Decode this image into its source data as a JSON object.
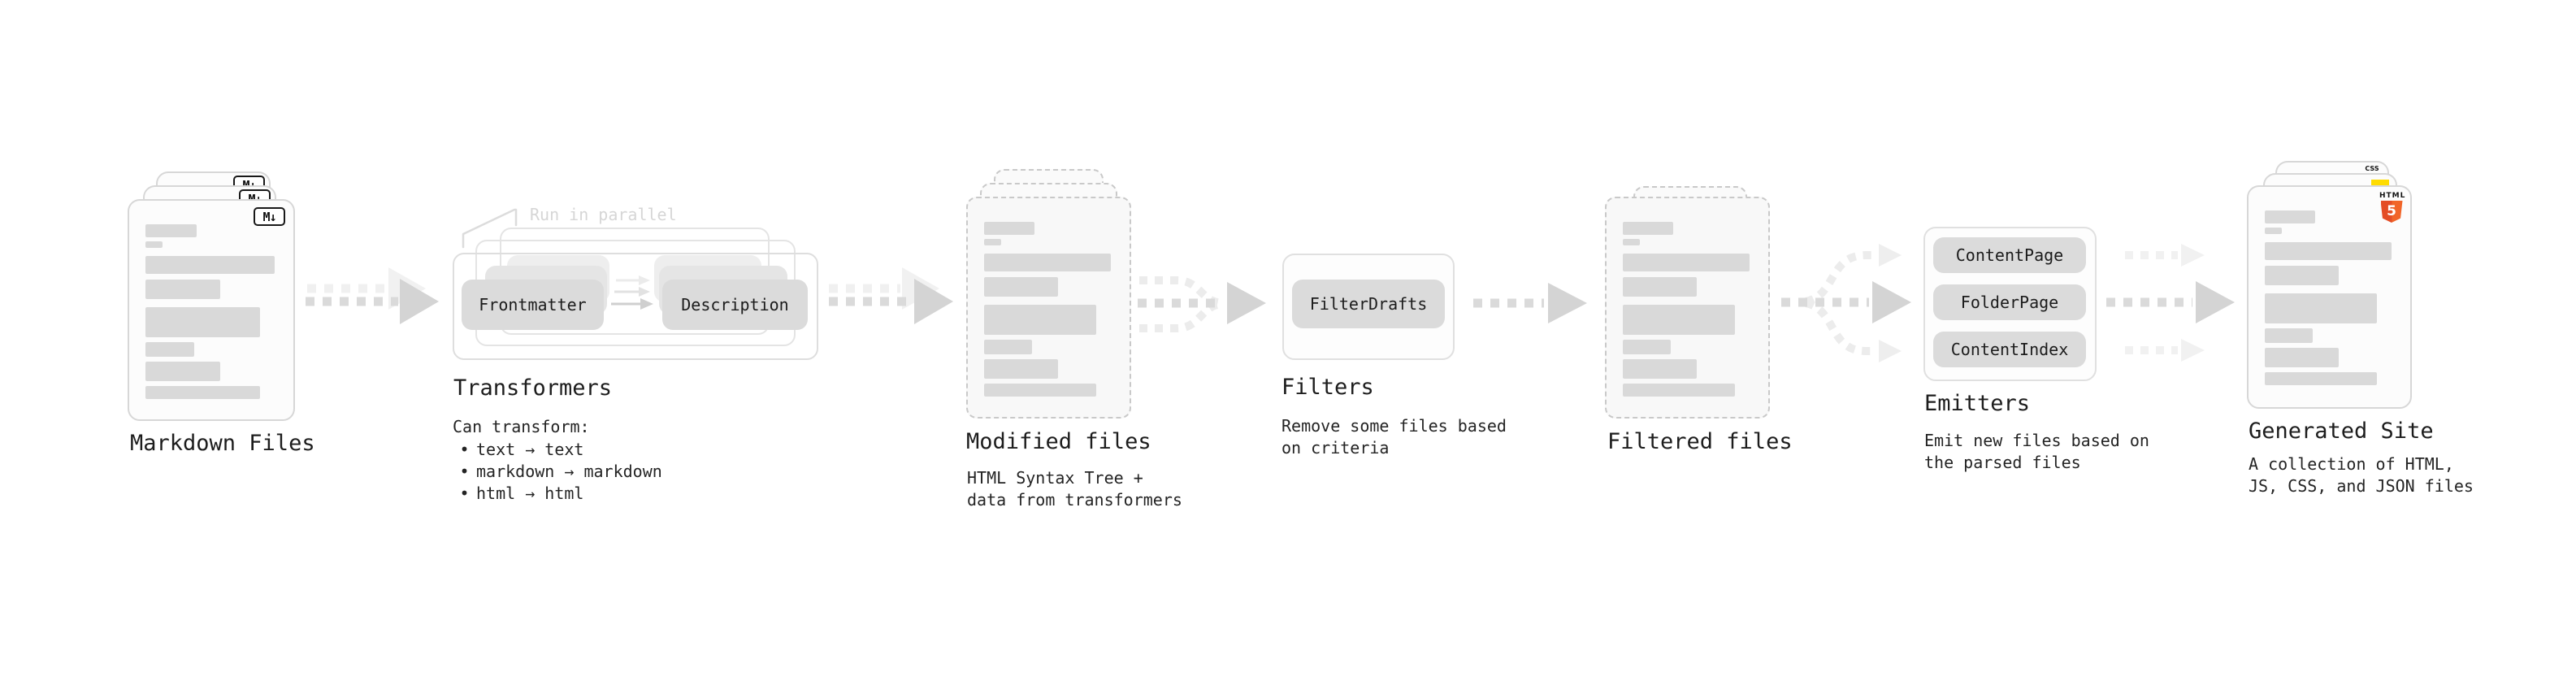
{
  "stages": {
    "markdown_files": {
      "label": "Markdown Files",
      "badge": "M↓"
    },
    "transformers": {
      "label": "Transformers",
      "parallel_note": "Run in parallel",
      "input_box": "Frontmatter",
      "output_box": "Description",
      "body_title": "Can transform:",
      "bullet_char": "•",
      "bullets": [
        "text → text",
        "markdown → markdown",
        "html → html"
      ]
    },
    "modified_files": {
      "label": "Modified files",
      "subtext": [
        "HTML Syntax Tree +",
        "data from transformers"
      ]
    },
    "filters": {
      "label": "Filters",
      "button": "FilterDrafts",
      "subtext": [
        "Remove some files based",
        "on criteria"
      ]
    },
    "filtered_files": {
      "label": "Filtered files"
    },
    "emitters": {
      "label": "Emitters",
      "buttons": [
        "ContentPage",
        "FolderPage",
        "ContentIndex"
      ],
      "subtext": [
        "Emit new files based on",
        "the parsed files"
      ]
    },
    "generated_site": {
      "label": "Generated Site",
      "subtext": [
        "A collection of HTML,",
        "JS, CSS, and JSON files"
      ],
      "html5_icon": {
        "text": "HTML",
        "digit": "5"
      },
      "css_icon": {
        "text": "CSS"
      }
    }
  },
  "colors": {
    "html5_orange": "#e44d26",
    "js_yellow": "#ffdc00",
    "css_blue": "#2e6de0",
    "skeleton_bar": "#d9d9d9",
    "arrow": "#d9d9d9",
    "arrow_faint": "#ededed",
    "note_gray": "#d6d6d6"
  },
  "skeleton_bars": [
    {
      "w": 39,
      "h": 16,
      "mt": 29
    },
    {
      "w": 13,
      "h": 8,
      "mt": 5
    },
    {
      "w": 98,
      "h": 22,
      "mt": 10
    },
    {
      "w": 57,
      "h": 24,
      "mt": 7
    },
    {
      "w": 87,
      "h": 37,
      "mt": 10
    },
    {
      "w": 37,
      "h": 18,
      "mt": 6
    },
    {
      "w": 57,
      "h": 24,
      "mt": 6
    },
    {
      "w": 87,
      "h": 16,
      "mt": 6
    }
  ]
}
